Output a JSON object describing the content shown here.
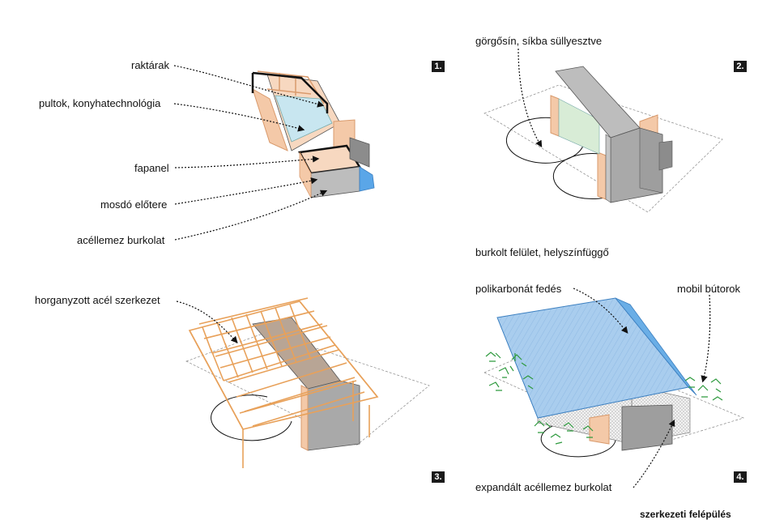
{
  "panels": {
    "p1": {
      "number": "1.",
      "labels": {
        "raktarak": "raktárak",
        "pultok": "pultok, konyhatechnológia",
        "fapanel": "fapanel",
        "mosdo": "mosdó előtere",
        "acellemez": "acéllemez burkolat"
      }
    },
    "p2": {
      "number": "2.",
      "labels": {
        "gorgosin": "görgősín, síkba süllyesztve",
        "burkolt": "burkolt felület, helyszínfüggő"
      }
    },
    "p3": {
      "number": "3.",
      "labels": {
        "horganyzott": "horganyzott acél szerkezet"
      }
    },
    "p4": {
      "number": "4.",
      "labels": {
        "polikarbonat": "polikarbonát fedés",
        "mobil": "mobil bútorok",
        "expandalt": "expandált acéllemez burkolat"
      }
    }
  },
  "footer_text": "szerkezeti felépülés",
  "colors": {
    "wood": "#f4c9a8",
    "wood_edge": "#d99a6c",
    "steel_gray": "#bdbdbd",
    "glass_blue": "#a9cdee",
    "truss_orange": "#e8a15a",
    "furniture_green": "#2e9a3e"
  }
}
